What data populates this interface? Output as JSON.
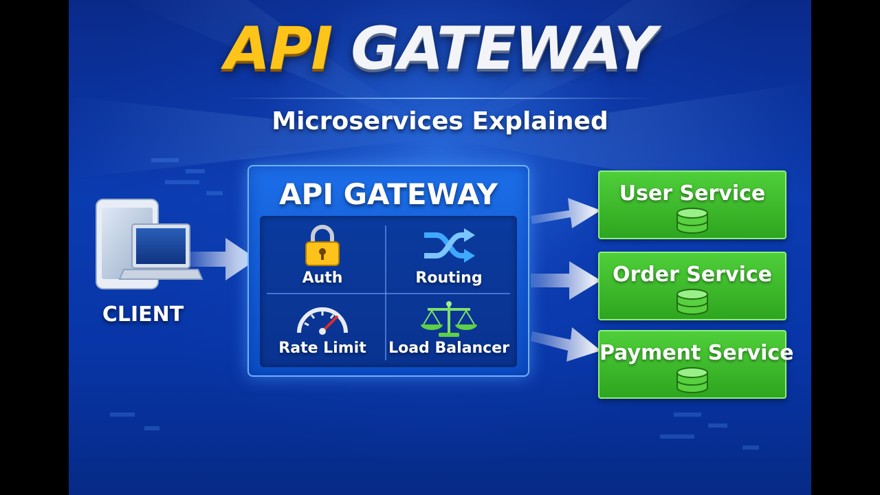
{
  "header": {
    "title_part1": "API",
    "title_part2": "GATEWAY",
    "subtitle": "Microservices Explained"
  },
  "client": {
    "label": "CLIENT",
    "icon": "phone-and-laptop-icon"
  },
  "gateway": {
    "title": "API GATEWAY",
    "features": [
      {
        "label": "Auth",
        "icon": "padlock-icon"
      },
      {
        "label": "Routing",
        "icon": "shuffle-arrows-icon"
      },
      {
        "label": "Rate Limit",
        "icon": "speedometer-icon"
      },
      {
        "label": "Load Balancer",
        "icon": "balance-scale-icon"
      }
    ]
  },
  "services": [
    {
      "label": "User Service",
      "icon": "database-icon"
    },
    {
      "label": "Order Service",
      "icon": "database-icon"
    },
    {
      "label": "Payment Service",
      "icon": "database-icon"
    }
  ],
  "colors": {
    "background": "#0b3bb0",
    "title_accent": "#ffc41a",
    "gateway_fill": "#1c6ee8",
    "service_fill": "#3cb82a"
  }
}
